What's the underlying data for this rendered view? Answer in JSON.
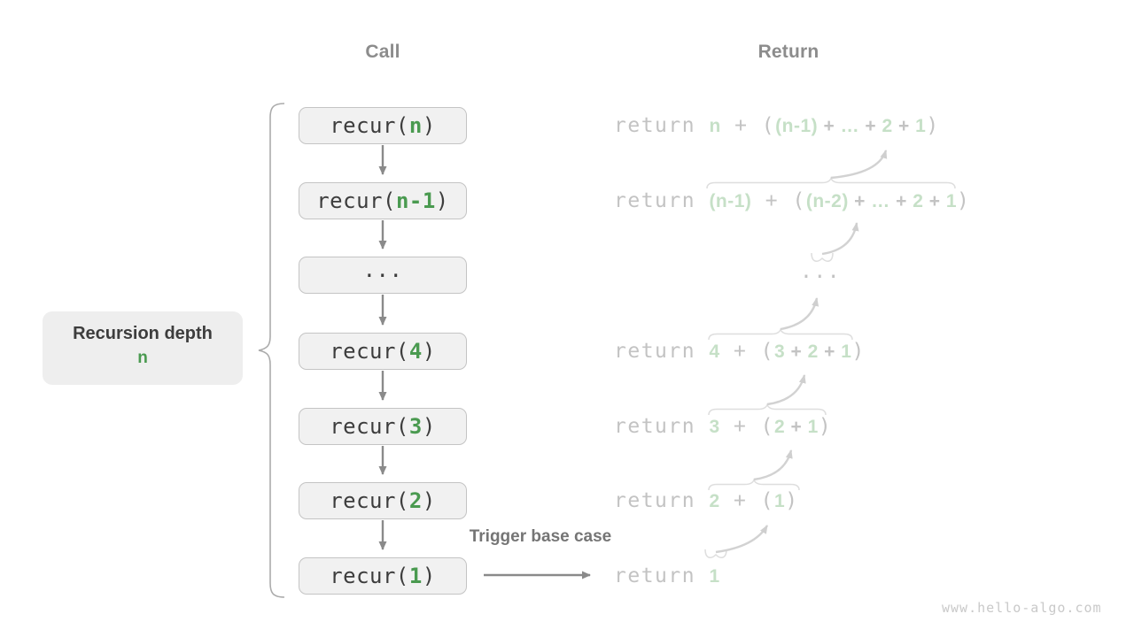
{
  "labels": {
    "trigger": "Trigger base case",
    "watermark": "www.hello-algo.com"
  },
  "depth_label": {
    "title": "Recursion depth",
    "value": "n"
  },
  "colors": {
    "accent_green": "#4a9a50",
    "pale_green": "#c6e0c7",
    "pale_gray_text": "#c3c3c3",
    "dark_text": "#3d3d3d",
    "header_gray": "#8c8c8c",
    "box_bg": "#f1f1f1",
    "box_border": "#c4c4c4",
    "label_box_bg": "#eeeeee",
    "call_arrow_gray": "#8a8a8a",
    "return_arrow_gray": "#d2d2d2",
    "brace_gray": "#dedede",
    "depth_brace_gray": "#ababab"
  },
  "call_column": {
    "header": "Call",
    "boxes": [
      {
        "segments": [
          {
            "t": "recur(",
            "c": "dk",
            "f": "m"
          },
          {
            "t": "n",
            "c": "gn",
            "f": "m"
          },
          {
            "t": ")",
            "c": "dk",
            "f": "m"
          }
        ]
      },
      {
        "segments": [
          {
            "t": "recur(",
            "c": "dk",
            "f": "m"
          },
          {
            "t": "n-1",
            "c": "gn",
            "f": "m"
          },
          {
            "t": ")",
            "c": "dk",
            "f": "m"
          }
        ]
      },
      {
        "segments": [
          {
            "t": "...",
            "c": "dk",
            "f": "m"
          }
        ]
      },
      {
        "segments": [
          {
            "t": "recur(",
            "c": "dk",
            "f": "m"
          },
          {
            "t": "4",
            "c": "gn",
            "f": "m"
          },
          {
            "t": ")",
            "c": "dk",
            "f": "m"
          }
        ]
      },
      {
        "segments": [
          {
            "t": "recur(",
            "c": "dk",
            "f": "m"
          },
          {
            "t": "3",
            "c": "gn",
            "f": "m"
          },
          {
            "t": ")",
            "c": "dk",
            "f": "m"
          }
        ]
      },
      {
        "segments": [
          {
            "t": "recur(",
            "c": "dk",
            "f": "m"
          },
          {
            "t": "2",
            "c": "gn",
            "f": "m"
          },
          {
            "t": ")",
            "c": "dk",
            "f": "m"
          }
        ]
      },
      {
        "segments": [
          {
            "t": "recur(",
            "c": "dk",
            "f": "m"
          },
          {
            "t": "1",
            "c": "gn",
            "f": "m"
          },
          {
            "t": ")",
            "c": "dk",
            "f": "m"
          }
        ]
      }
    ]
  },
  "return_column": {
    "header": "Return",
    "lines": [
      {
        "segments": [
          {
            "t": "return ",
            "c": "lg",
            "f": "m"
          },
          {
            "t": "n",
            "c": "lgn",
            "f": "s"
          },
          {
            "t": " + (",
            "c": "lg",
            "f": "m"
          },
          {
            "t": "(n-1)",
            "c": "lgn",
            "f": "s"
          },
          {
            "t": " + ",
            "c": "lg",
            "f": "s"
          },
          {
            "t": "…",
            "c": "lgn",
            "f": "s"
          },
          {
            "t": " + ",
            "c": "lg",
            "f": "s"
          },
          {
            "t": "2",
            "c": "lgn",
            "f": "s"
          },
          {
            "t": " + ",
            "c": "lg",
            "f": "s"
          },
          {
            "t": "1",
            "c": "lgn",
            "f": "s"
          },
          {
            "t": ")",
            "c": "lg",
            "f": "m"
          }
        ]
      },
      {
        "segments": [
          {
            "t": "return ",
            "c": "lg",
            "f": "m"
          },
          {
            "t": "(n-1)",
            "c": "lgn",
            "f": "s"
          },
          {
            "t": " + (",
            "c": "lg",
            "f": "m"
          },
          {
            "t": "(n-2)",
            "c": "lgn",
            "f": "s"
          },
          {
            "t": " + ",
            "c": "lg",
            "f": "s"
          },
          {
            "t": "…",
            "c": "lgn",
            "f": "s"
          },
          {
            "t": " + ",
            "c": "lg",
            "f": "s"
          },
          {
            "t": "2",
            "c": "lgn",
            "f": "s"
          },
          {
            "t": " + ",
            "c": "lg",
            "f": "s"
          },
          {
            "t": "1",
            "c": "lgn",
            "f": "s"
          },
          {
            "t": ")",
            "c": "lg",
            "f": "m"
          }
        ]
      },
      {
        "segments": [
          {
            "t": "...",
            "c": "lg",
            "f": "m"
          }
        ]
      },
      {
        "segments": [
          {
            "t": "return ",
            "c": "lg",
            "f": "m"
          },
          {
            "t": "4",
            "c": "lgn",
            "f": "s"
          },
          {
            "t": " + (",
            "c": "lg",
            "f": "m"
          },
          {
            "t": "3",
            "c": "lgn",
            "f": "s"
          },
          {
            "t": " + ",
            "c": "lg",
            "f": "s"
          },
          {
            "t": "2",
            "c": "lgn",
            "f": "s"
          },
          {
            "t": " + ",
            "c": "lg",
            "f": "s"
          },
          {
            "t": "1",
            "c": "lgn",
            "f": "s"
          },
          {
            "t": ")",
            "c": "lg",
            "f": "m"
          }
        ]
      },
      {
        "segments": [
          {
            "t": "return ",
            "c": "lg",
            "f": "m"
          },
          {
            "t": "3",
            "c": "lgn",
            "f": "s"
          },
          {
            "t": " + (",
            "c": "lg",
            "f": "m"
          },
          {
            "t": "2",
            "c": "lgn",
            "f": "s"
          },
          {
            "t": " + ",
            "c": "lg",
            "f": "s"
          },
          {
            "t": "1",
            "c": "lgn",
            "f": "s"
          },
          {
            "t": ")",
            "c": "lg",
            "f": "m"
          }
        ]
      },
      {
        "segments": [
          {
            "t": "return ",
            "c": "lg",
            "f": "m"
          },
          {
            "t": "2",
            "c": "lgn",
            "f": "s"
          },
          {
            "t": " + (",
            "c": "lg",
            "f": "m"
          },
          {
            "t": "1",
            "c": "lgn",
            "f": "s"
          },
          {
            "t": ")",
            "c": "lg",
            "f": "m"
          }
        ]
      },
      {
        "segments": [
          {
            "t": "return ",
            "c": "lg",
            "f": "m"
          },
          {
            "t": "1",
            "c": "lgn",
            "f": "s"
          }
        ]
      }
    ]
  }
}
